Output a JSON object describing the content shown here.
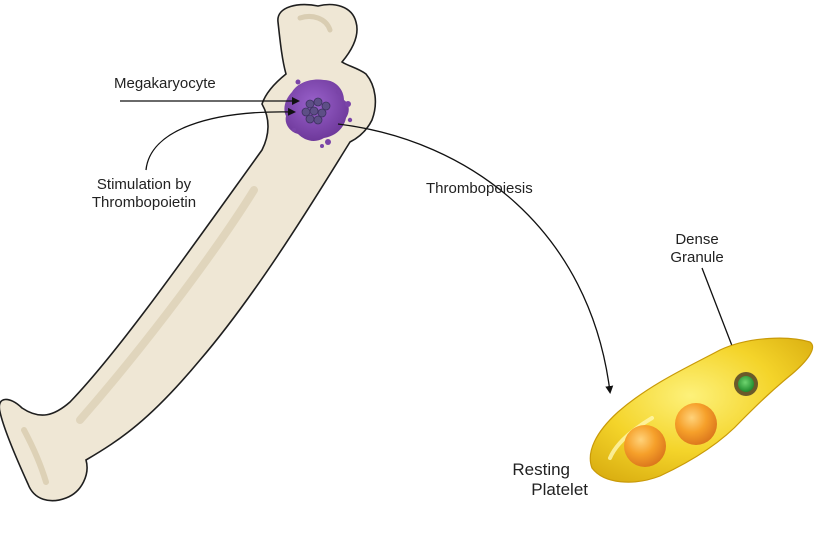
{
  "labels": {
    "megakaryocyte": "Megakaryocyte",
    "stimulation_line1": "Stimulation by",
    "stimulation_line2": "Thrombopoietin",
    "thrombopoiesis": "Thrombopoiesis",
    "dense_line1": "Dense",
    "dense_line2": "Granule",
    "resting_line1": "Resting",
    "resting_line2": "Platelet"
  },
  "colors": {
    "bone_fill": "#efe7d5",
    "bone_stroke": "#1f1f1f",
    "megakaryocyte": "#7a44a8",
    "platelet": "#f2d028",
    "granule_orange": "#f0921f",
    "dense_granule": "#2f9a3b"
  }
}
